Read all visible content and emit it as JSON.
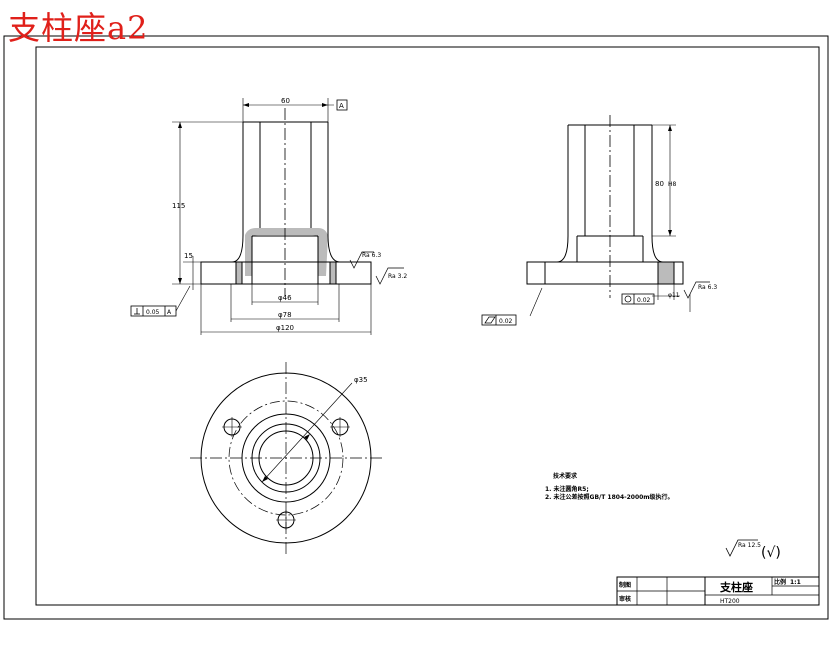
{
  "overlay_title": "支柱座a2",
  "dims": {
    "width_60": "60",
    "datum_a": "A",
    "height_115": "115",
    "height_15": "15",
    "dia_46": "φ46",
    "dia_78": "φ78",
    "dia_120": "φ120",
    "rough_63_a": "Ra 6.3",
    "rough_32": "Ra 3.2",
    "perp_tol": "0.05",
    "perp_ref": "A",
    "flat_tol": "0.02",
    "hole_80": "80",
    "hole_80_fit": "H8",
    "cyl_tol": "0.02",
    "small_hole": "φ11",
    "rough_63_b": "Ra 6.3",
    "bolt_circle": "φ35"
  },
  "notes": {
    "heading": "技术要求",
    "line1": "1. 未注圆角R5;",
    "line2": "2. 未注公差按照GB/T 1804-2000m级执行。"
  },
  "general_roughness": {
    "value": "Ra 12.5",
    "bracket": "(√)"
  },
  "title_block": {
    "row1_label": "制图",
    "row2_label": "审核",
    "row1_value": "",
    "row2_value": "",
    "part_name": "支柱座",
    "scale_label": "比例",
    "scale_value": "1:1",
    "material": "HT200"
  }
}
